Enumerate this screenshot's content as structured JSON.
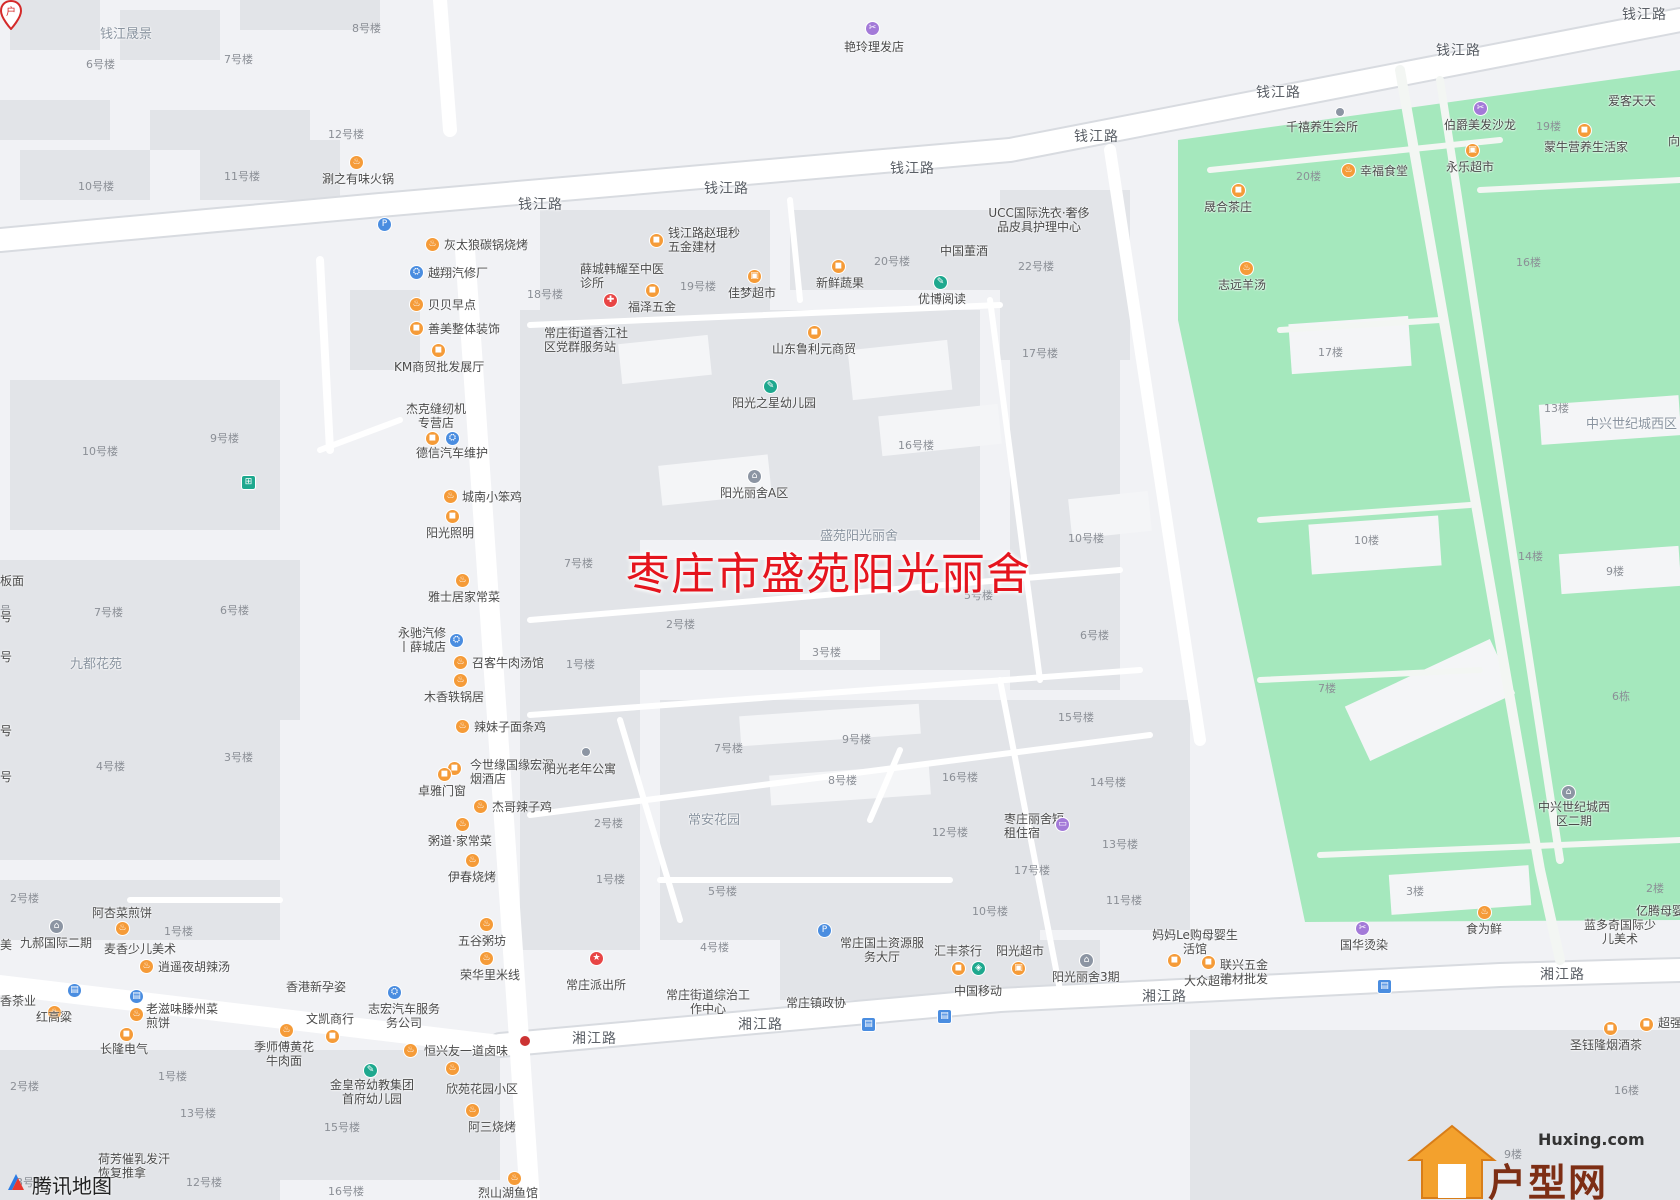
{
  "title": "枣庄市盛苑阳光丽舍",
  "map_brand": "腾讯地图",
  "watermark": {
    "url": "Huxing.com",
    "name": "户型网"
  },
  "roads": [
    "钱江路",
    "钱江路",
    "钱江路",
    "钱江路",
    "钱江路",
    "钱江路",
    "湘江路",
    "湘江路",
    "湘江路",
    "湘江路"
  ],
  "areas": [
    "钱江晟景",
    "九都花苑",
    "常安花园",
    "中兴世纪城西区",
    "盛苑阳光丽舍"
  ],
  "buildings": [
    "8号楼",
    "7号楼",
    "6号楼",
    "12号楼",
    "11号楼",
    "10号楼",
    "18号楼",
    "19号楼",
    "20号楼",
    "22号楼",
    "17号楼",
    "16号楼",
    "10号楼",
    "9号楼",
    "7号楼",
    "6号楼",
    "4号楼",
    "3号楼",
    "10号楼",
    "7号楼",
    "2号楼",
    "1号楼",
    "5号楼",
    "3号楼",
    "6号楼",
    "15号楼",
    "7号楼",
    "9号楼",
    "16号楼",
    "8号楼",
    "14号楼",
    "2号楼",
    "12号楼",
    "13号楼",
    "1号楼",
    "17号楼",
    "5号楼",
    "11号楼",
    "10号楼",
    "4号楼",
    "2号楼",
    "1号楼",
    "1号楼",
    "2号楼",
    "13号楼",
    "15号楼",
    "12号楼",
    "16号楼",
    "3号楼",
    "20楼",
    "19楼",
    "16楼",
    "17楼",
    "13楼",
    "10楼",
    "14楼",
    "9楼",
    "7楼",
    "6栋",
    "3楼",
    "2楼",
    "16楼",
    "9楼",
    "号",
    "号"
  ],
  "pois": [
    "艳玲理发店",
    "涮之有味火锅",
    "灰太狼碳锅烧烤",
    "钱江路赵琨秒五金建材",
    "越翔汽修厂",
    "薛城韩耀至中医诊所",
    "福泽五金",
    "佳梦超市",
    "新鲜蔬果",
    "中国董酒",
    "优博阅读",
    "UCC国际洗衣·奢侈品皮具护理中心",
    "贝贝早点",
    "善美整体装饰",
    "常庄街道香江社区党群服务站",
    "KM商贸批发展厅",
    "山东鲁利元商贸",
    "阳光之星幼儿园",
    "杰克缝纫机专营店",
    "德信汽车维护",
    "阳光丽舍A区",
    "城南小笨鸡",
    "阳光照明",
    "雅士居家常菜",
    "永驰汽修丨薛城店",
    "召客牛肉汤馆",
    "木香轶锅居",
    "辣妹子面条鸡",
    "今世缘国缘宏深烟酒店",
    "阳光老年公寓",
    "卓雅门窗",
    "杰哥辣子鸡",
    "粥道·家常菜",
    "伊春烧烤",
    "枣庄丽舍短租住宿",
    "五谷粥坊",
    "荣华里米线",
    "常庄国土资源服务大厅",
    "汇丰茶行",
    "阳光超市",
    "阳光丽舍3期",
    "妈妈Le购母婴生活馆",
    "联兴五金建材批发",
    "大众超市",
    "中国移动",
    "常庄派出所",
    "常庄街道综治工作中心",
    "常庄镇政协",
    "香港新孕姿",
    "志宏汽车服务务公司",
    "文凯商行",
    "季师傅黄花牛肉面",
    "恒兴友一道卤味",
    "金皇帝幼教集团首府幼儿园",
    "欣苑花园小区",
    "阿三烧烤",
    "荷芳催乳发汗恢复推拿",
    "烈山湖鱼馆",
    "阿杏菜煎饼",
    "麦香少儿美术",
    "九郝国际二期",
    "逍遥夜胡辣汤",
    "老滋味滕州菜煎饼",
    "红高粱",
    "长隆电气",
    "千禧养生会所",
    "伯爵美发沙龙",
    "爱客天天",
    "幸福食堂",
    "永乐超市",
    "蒙牛营养生活家",
    "晟合茶庄",
    "志远羊汤",
    "中兴世纪城西区二期",
    "国华烫染",
    "食为鲜",
    "亿腾母婴",
    "蓝多奇国际少儿美术",
    "超强",
    "圣钰隆烟酒茶",
    "板面",
    "号",
    "号",
    "号",
    "号",
    "美",
    "香茶业",
    "向"
  ]
}
